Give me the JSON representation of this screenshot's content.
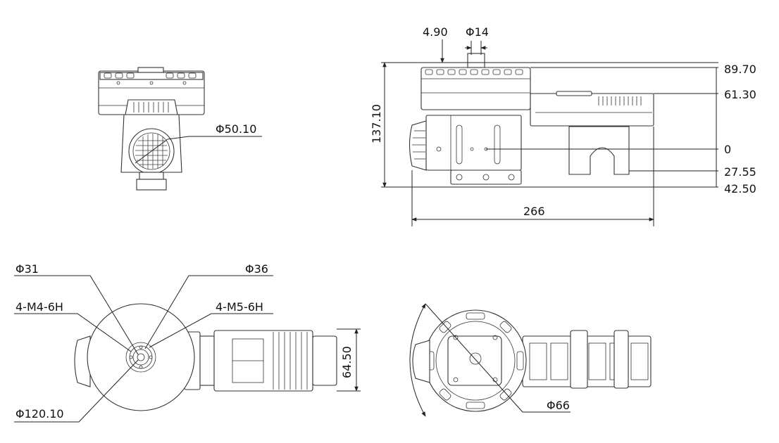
{
  "front_view": {
    "connector_dia": "Φ50.10"
  },
  "side_view": {
    "top_offset": "4.90",
    "shaft_dia": "Φ14",
    "overall_height": "137.10",
    "overall_length": "266",
    "levels": [
      "89.70",
      "61.30",
      "0",
      "27.55",
      "42.50"
    ]
  },
  "bottom_view": {
    "inner_dia": "Φ31",
    "outer_dia": "Φ36",
    "thread_a": "4-M4-6H",
    "thread_b": "4-M5-6H",
    "flange_dia": "Φ120.10",
    "body_width": "64.50"
  },
  "top_view": {
    "bolt_circle_dia": "Φ66"
  }
}
